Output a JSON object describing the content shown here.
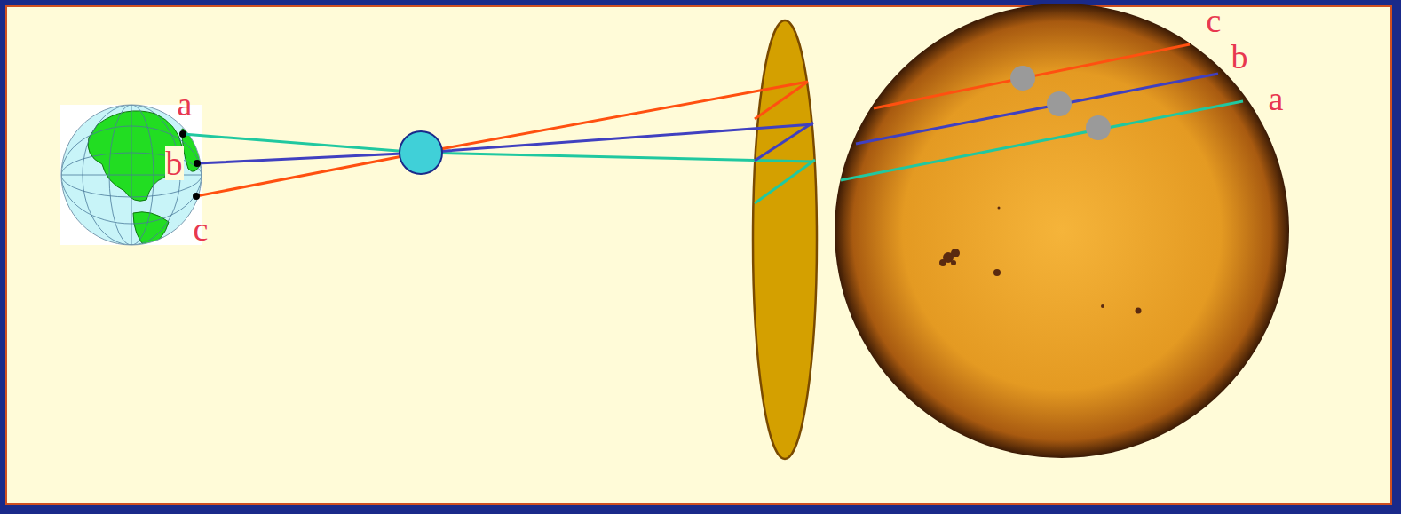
{
  "diagram": {
    "labels": [
      "a",
      "b",
      "c",
      "c",
      "b",
      "a"
    ]
  }
}
